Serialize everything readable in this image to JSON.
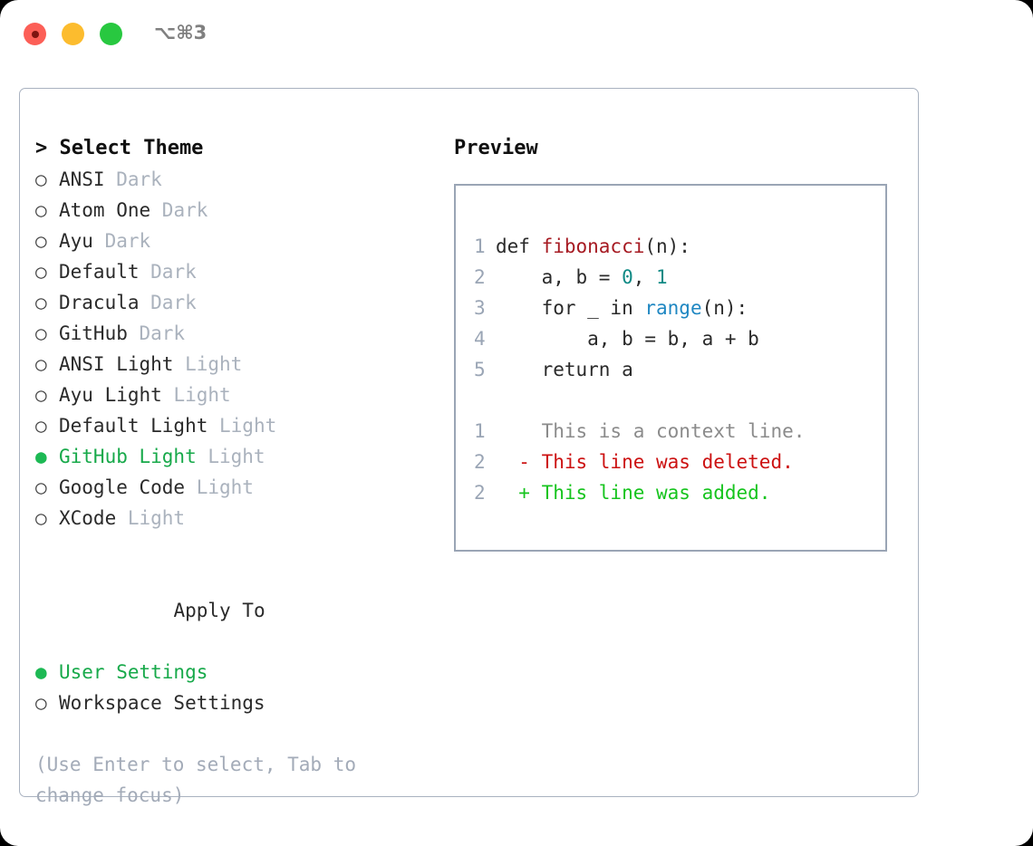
{
  "window": {
    "shortcut": "⌥⌘3",
    "traffic_lights": [
      "close",
      "minimize",
      "maximize"
    ],
    "colors": {
      "close": "#fc5f57",
      "minimize": "#fcbc2e",
      "maximize": "#28c840",
      "accent_green": "#17a94a",
      "panel_border": "#a9b2c0",
      "preview_border": "#9aa5b5"
    }
  },
  "theme_picker": {
    "header": "> Select Theme",
    "selected_marker": "●",
    "unselected_marker": "○",
    "items": [
      {
        "marker": "○",
        "name": "ANSI",
        "kind": "Dark",
        "selected": false
      },
      {
        "marker": "○",
        "name": "Atom One",
        "kind": "Dark",
        "selected": false
      },
      {
        "marker": "○",
        "name": "Ayu",
        "kind": "Dark",
        "selected": false
      },
      {
        "marker": "○",
        "name": "Default",
        "kind": "Dark",
        "selected": false
      },
      {
        "marker": "○",
        "name": "Dracula",
        "kind": "Dark",
        "selected": false
      },
      {
        "marker": "○",
        "name": "GitHub",
        "kind": "Dark",
        "selected": false
      },
      {
        "marker": "○",
        "name": "ANSI Light",
        "kind": "Light",
        "selected": false
      },
      {
        "marker": "○",
        "name": "Ayu Light",
        "kind": "Light",
        "selected": false
      },
      {
        "marker": "○",
        "name": "Default Light",
        "kind": "Light",
        "selected": false
      },
      {
        "marker": "●",
        "name": "GitHub Light",
        "kind": "Light",
        "selected": true
      },
      {
        "marker": "○",
        "name": "Google Code",
        "kind": "Light",
        "selected": false
      },
      {
        "marker": "○",
        "name": "XCode",
        "kind": "Light",
        "selected": false
      }
    ]
  },
  "apply_to": {
    "label": "Apply To",
    "items": [
      {
        "marker": "●",
        "name": "User Settings",
        "selected": true
      },
      {
        "marker": "○",
        "name": "Workspace Settings",
        "selected": false
      }
    ]
  },
  "hint": "(Use Enter to select, Tab to change focus)",
  "preview": {
    "title": "Preview",
    "code_lines": [
      {
        "num": "1",
        "tokens": [
          {
            "t": "def ",
            "c": "kw"
          },
          {
            "t": "fibonacci",
            "c": "fn"
          },
          {
            "t": "(n):",
            "c": "kw"
          }
        ]
      },
      {
        "num": "2",
        "tokens": [
          {
            "t": "    a, b = ",
            "c": "kw"
          },
          {
            "t": "0",
            "c": "num"
          },
          {
            "t": ", ",
            "c": "kw"
          },
          {
            "t": "1",
            "c": "num"
          }
        ]
      },
      {
        "num": "3",
        "tokens": [
          {
            "t": "    for _ in ",
            "c": "kw"
          },
          {
            "t": "range",
            "c": "builtin"
          },
          {
            "t": "(n):",
            "c": "kw"
          }
        ]
      },
      {
        "num": "4",
        "tokens": [
          {
            "t": "        a, b = b, a + b",
            "c": "kw"
          }
        ]
      },
      {
        "num": "5",
        "tokens": [
          {
            "t": "    return a",
            "c": "kw"
          }
        ]
      }
    ],
    "diff_lines": [
      {
        "num": "1",
        "sign": "  ",
        "text": "This is a context line.",
        "c": "ctx"
      },
      {
        "num": "2",
        "sign": "- ",
        "text": "This line was deleted.",
        "c": "del"
      },
      {
        "num": "2",
        "sign": "+ ",
        "text": "This line was added.",
        "c": "add"
      }
    ]
  }
}
